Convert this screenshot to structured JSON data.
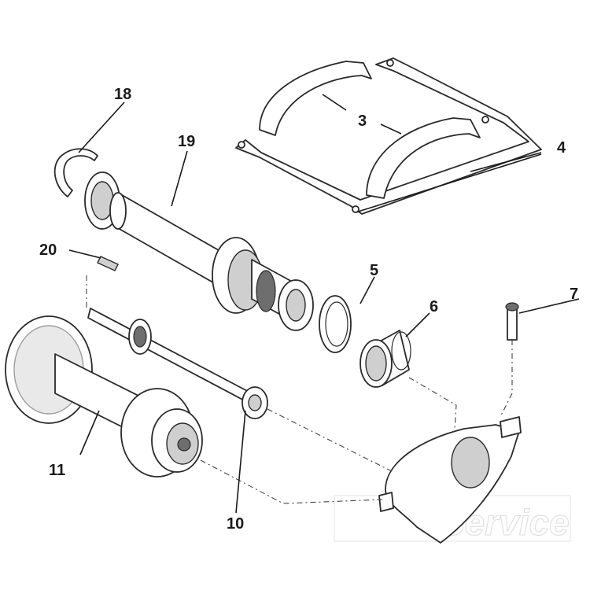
{
  "labels": {
    "l3": "3",
    "l4": "4",
    "l5": "5",
    "l6": "6",
    "l7": "7",
    "l10": "10",
    "l11": "11",
    "l18": "18",
    "l19": "19",
    "l20": "20"
  },
  "watermark": {
    "text": "Service",
    "kind": "logo-watermark"
  },
  "colors": {
    "line": "#2a2a2a",
    "background": "#ffffff",
    "shade": "#cfcfcf"
  }
}
